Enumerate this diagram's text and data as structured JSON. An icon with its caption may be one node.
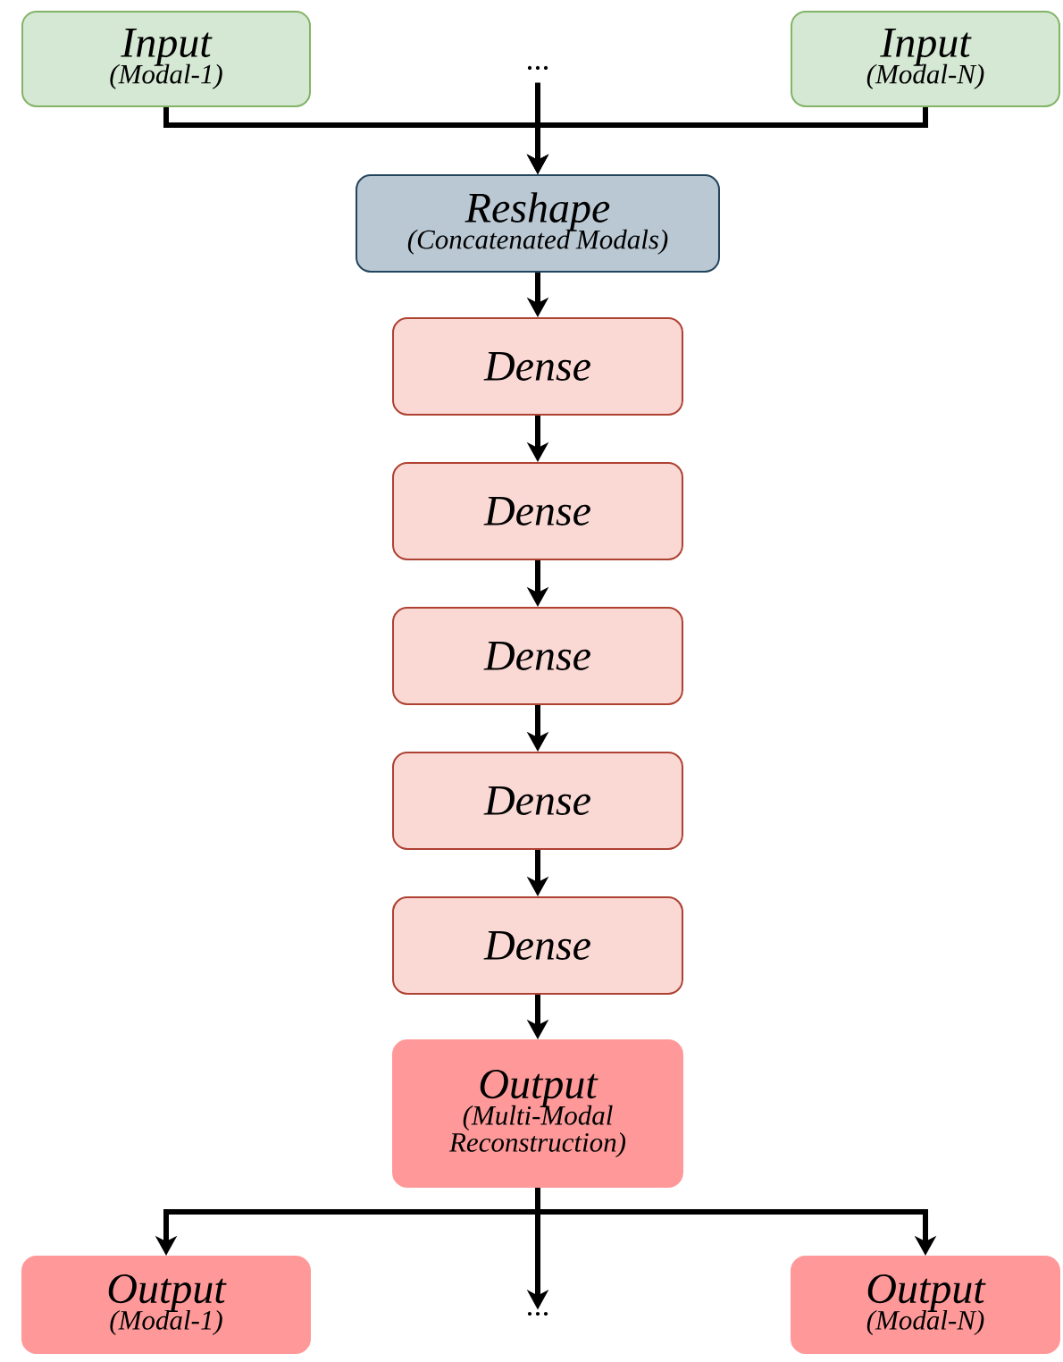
{
  "diagram": {
    "nodes": [
      {
        "text": [
          "Input",
          "(Modal-1)"
        ]
      },
      {
        "text": [
          "..."
        ]
      },
      {
        "text": [
          "Input",
          "(Modal-N)"
        ]
      },
      {
        "text": [
          "Reshape",
          "(Concatenated Modals)"
        ]
      },
      {
        "text": [
          "Dense"
        ]
      },
      {
        "text": [
          "Dense"
        ]
      },
      {
        "text": [
          "Dense"
        ]
      },
      {
        "text": [
          "Dense"
        ]
      },
      {
        "text": [
          "Dense"
        ]
      },
      {
        "text": [
          "Output",
          "(Multi-Modal Reconstruction)"
        ]
      },
      {
        "text": [
          "Output",
          "(Modal-1)"
        ]
      },
      {
        "text": [
          "..."
        ]
      },
      {
        "text": [
          "Output",
          "(Modal-N)"
        ]
      }
    ],
    "edges": [
      {
        "from": 0,
        "to": 3,
        "arrow": "to"
      },
      {
        "from": 1,
        "to": 3,
        "arrow": "to"
      },
      {
        "from": 2,
        "to": 3,
        "arrow": "to"
      },
      {
        "from": 3,
        "to": 4,
        "arrow": "to"
      },
      {
        "from": 4,
        "to": 5,
        "arrow": "to"
      },
      {
        "from": 5,
        "to": 6,
        "arrow": "to"
      },
      {
        "from": 6,
        "to": 7,
        "arrow": "to"
      },
      {
        "from": 7,
        "to": 8,
        "arrow": "to"
      },
      {
        "from": 8,
        "to": 9,
        "arrow": "to"
      },
      {
        "from": 9,
        "to": 10,
        "arrow": "to"
      },
      {
        "from": 9,
        "to": 11,
        "arrow": "to"
      },
      {
        "from": 9,
        "to": 12,
        "arrow": "to"
      }
    ]
  }
}
